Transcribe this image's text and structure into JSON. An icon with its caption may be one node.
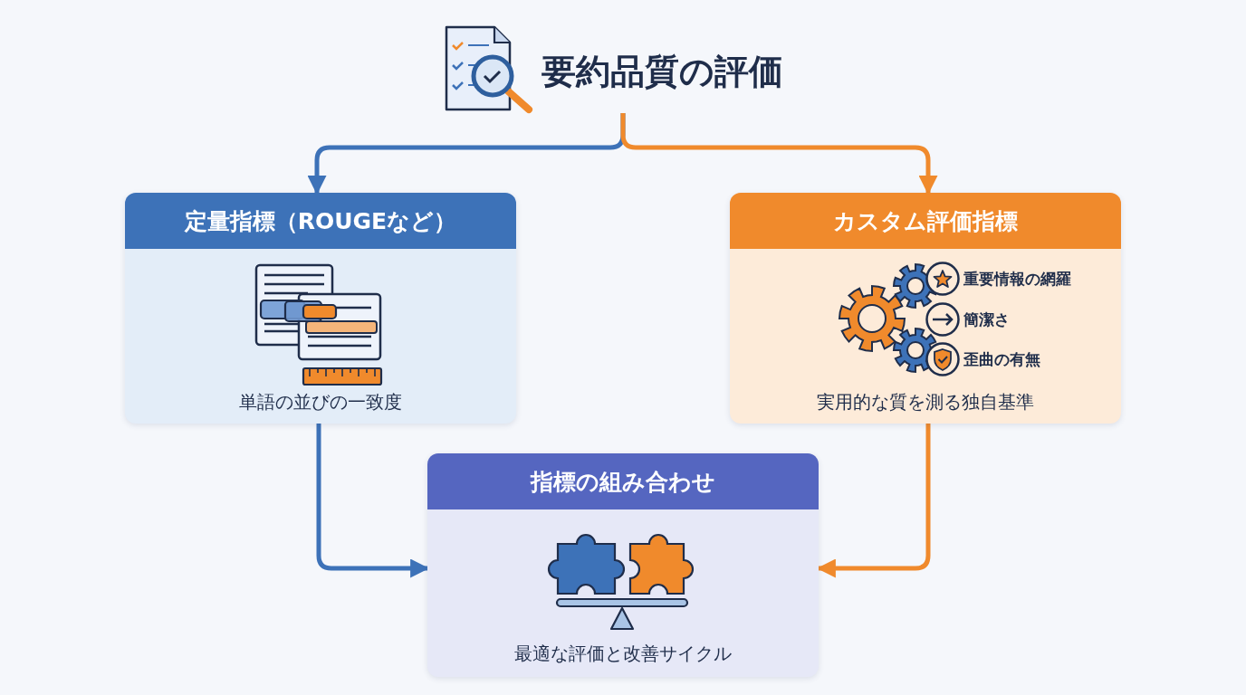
{
  "diagram": {
    "nodes": [
      {
        "text": [
          "要約品質の評価"
        ]
      },
      {
        "text": [
          "定量指標（ROUGEなど）",
          "単語の並びの一致度"
        ]
      },
      {
        "text": [
          "カスタム評価指標",
          "重要情報の網羅",
          "簡潔さ",
          "歪曲の有無",
          "実用的な質を測る独自基準"
        ]
      },
      {
        "text": [
          "指標の組み合わせ",
          "最適な評価と改善サイクル"
        ]
      }
    ],
    "edges": [
      {
        "from": 0,
        "to": 1,
        "arrow": "to",
        "color": "#3d72b8"
      },
      {
        "from": 0,
        "to": 2,
        "arrow": "to",
        "color": "#f08a2c"
      },
      {
        "from": 1,
        "to": 3,
        "arrow": "to",
        "color": "#3d72b8"
      },
      {
        "from": 2,
        "to": 3,
        "arrow": "to",
        "color": "#f08a2c"
      }
    ]
  }
}
